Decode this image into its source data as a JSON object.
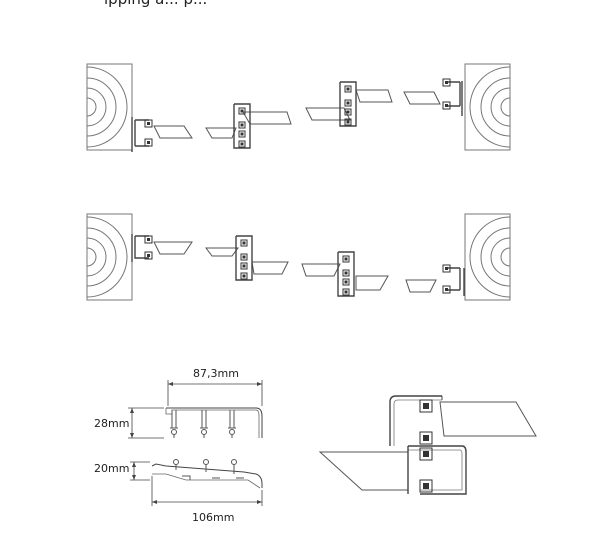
{
  "header": {
    "cut_text": "ipping a... p..."
  },
  "dimensions": {
    "top_width": "87,3mm",
    "top_height": "28mm",
    "bottom_height": "20mm",
    "bottom_width": "106mm"
  },
  "colors": {
    "line": "#555555",
    "wall_hatch": "#777777",
    "background": "#ffffff"
  }
}
